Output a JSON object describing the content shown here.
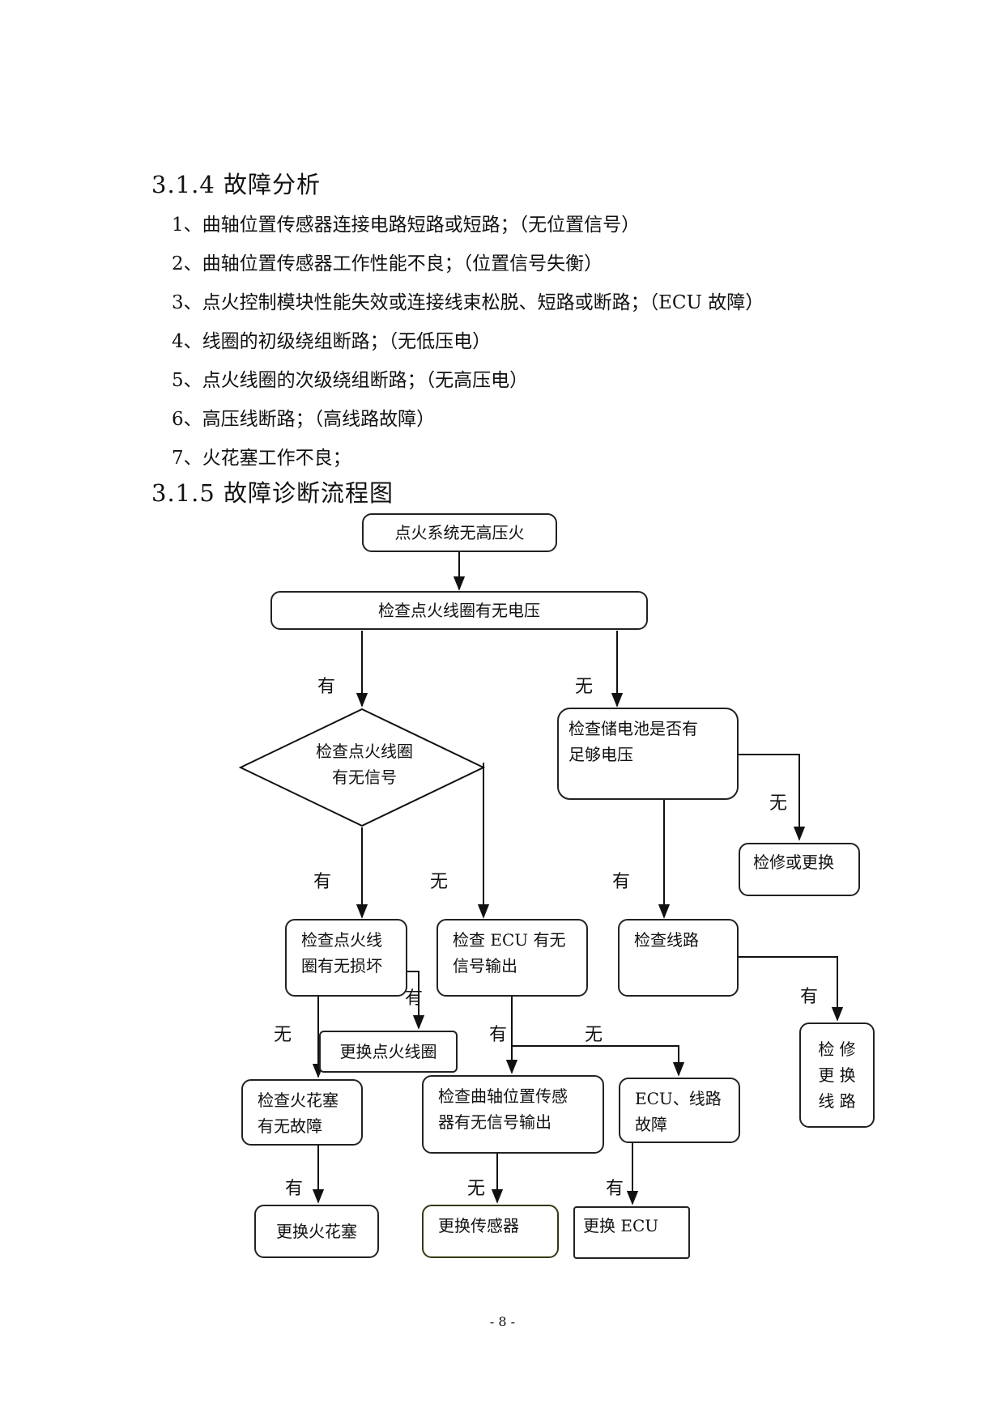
{
  "section_314": {
    "title": "3.1.4 故障分析"
  },
  "fault_list": [
    "1、曲轴位置传感器连接电路短路或短路；（无位置信号）",
    "2、曲轴位置传感器工作性能不良；（位置信号失衡）",
    "3、点火控制模块性能失效或连接线束松脱、短路或断路；（ECU 故障）",
    "4、线圈的初级绕组断路；（无低压电）",
    "5、点火线圈的次级绕组断路；（无高压电）",
    "6、高压线断路；（高线路故障）",
    "7、火花塞工作不良；"
  ],
  "section_315": {
    "title": "3.1.5 故障诊断流程图"
  },
  "flowchart": {
    "start": "点火系统无高压火",
    "check_coil_voltage": "检查点火线圈有无电压",
    "check_coil_signal_line1": "检查点火线圈",
    "check_coil_signal_line2": "有无信号",
    "check_battery_line1": "检查储电池是否有",
    "check_battery_line2": "足够电压",
    "repair_or_replace": "检修或更换",
    "check_coil_damage_line1": "检查点火线",
    "check_coil_damage_line2": "圈有无损坏",
    "check_ecu_line1": "检查 ECU 有无",
    "check_ecu_line2": "信号输出",
    "check_circuit": "检查线路",
    "replace_coil": "更换点火线圈",
    "repair_replace_circuit_line1": "检 修",
    "repair_replace_circuit_line2": "更 换",
    "repair_replace_circuit_line3": "线 路",
    "check_spark_plug_line1": "检查火花塞",
    "check_spark_plug_line2": "有无故障",
    "check_crank_sensor_line1": "检查曲轴位置传感",
    "check_crank_sensor_line2": "器有无信号输出",
    "ecu_circuit_fault_line1": "ECU、线路",
    "ecu_circuit_fault_line2": "故障",
    "replace_spark_plug": "更换火花塞",
    "replace_sensor": "更换传感器",
    "replace_ecu": "更换 ECU",
    "labels": {
      "yes": "有",
      "no": "无"
    }
  },
  "page_number": "- 8 -"
}
